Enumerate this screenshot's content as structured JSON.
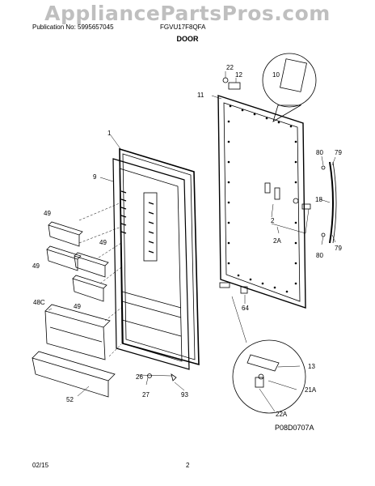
{
  "watermark": "AppliancePartsPros.com",
  "header": {
    "publication": "Publication No: 5995657045",
    "model": "FGVU17F8QFA"
  },
  "section_title": "DOOR",
  "diagram_code": "P08D0707A",
  "footer": {
    "date": "02/15",
    "page": "2"
  },
  "callouts": {
    "c22_top": "22",
    "c12": "12",
    "c10": "10",
    "c11": "11",
    "c1": "1",
    "c9": "9",
    "c80_top": "80",
    "c79_top": "79",
    "c18": "18",
    "c79_bot": "79",
    "c80_bot": "80",
    "c2": "2",
    "c2A": "2A",
    "c64": "64",
    "c49_a": "49",
    "c49_b": "49",
    "c49_c": "49",
    "c49_d": "49",
    "c48C": "48C",
    "c26": "26",
    "c27": "27",
    "c93": "93",
    "c52": "52",
    "c13": "13",
    "c21A": "21A",
    "c22A": "22A"
  }
}
